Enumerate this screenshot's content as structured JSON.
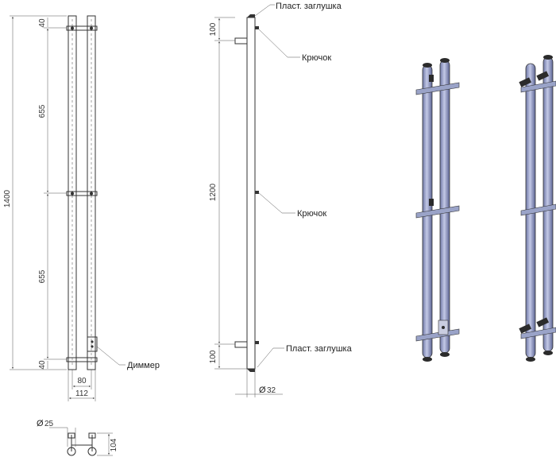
{
  "front_view": {
    "dim_total_height": "1400",
    "dim_top_gap": "40",
    "dim_section_upper": "655",
    "dim_section_lower": "655",
    "dim_bottom_gap": "40",
    "dim_inner_width": "80",
    "dim_outer_width": "112",
    "dimmer_label": "Диммер"
  },
  "side_view": {
    "dim_top_offset": "100",
    "dim_middle": "1200",
    "dim_bottom_offset": "100",
    "dim_diameter": "32",
    "diameter_symbol": "Ø",
    "cap_top_label": "Пласт. заглушка",
    "hook_top_label": "Крючок",
    "hook_middle_label": "Крючок",
    "cap_bottom_label": "Пласт. заглушка"
  },
  "top_view": {
    "dim_tube_diameter": "25",
    "dim_depth": "104",
    "diameter_symbol": "Ø"
  },
  "colors": {
    "line": "#333333",
    "tube_fill": "#9aa3c8",
    "tube_shade": "#6e77a6",
    "hook_fill": "#2b2b2b"
  }
}
